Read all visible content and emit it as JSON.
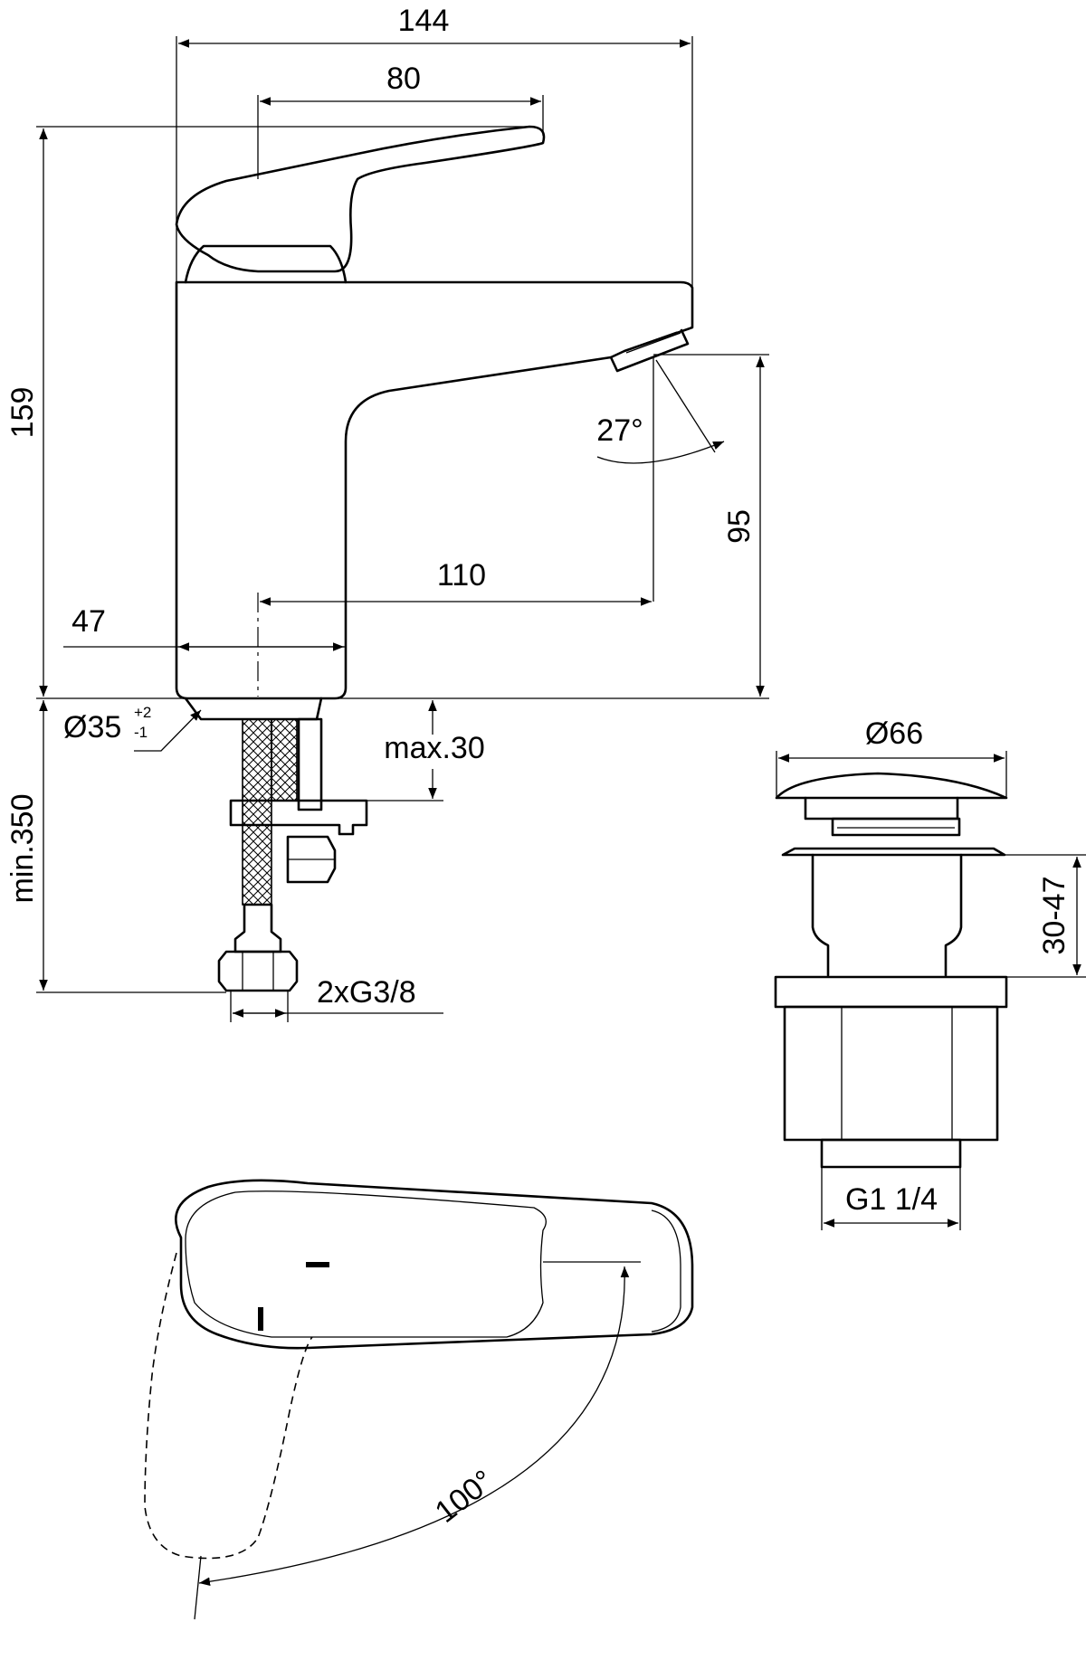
{
  "dimensions": {
    "overall_width": "144",
    "handle_length": "80",
    "overall_height": "159",
    "spout_angle": "27°",
    "spout_height": "95",
    "spout_reach": "110",
    "body_depth": "47",
    "base_diameter": "Ø35",
    "base_tol_plus": "+2",
    "base_tol_minus": "-1",
    "deck_thickness": "max.30",
    "hose_length": "min.350",
    "connection": "2xG3/8",
    "waste_diameter": "Ø66",
    "waste_range": "30-47",
    "waste_thread": "G1 1/4",
    "rotation_angle": "100°"
  }
}
